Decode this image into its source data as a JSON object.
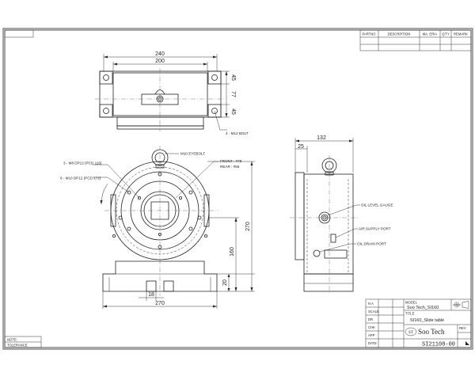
{
  "revision_table": {
    "headers": [
      "PARTNO",
      "DESCRIPTION",
      "MA. ERIA",
      "Q'TY",
      "REMARK"
    ]
  },
  "top_view": {
    "dims": [
      "240",
      "200",
      "45",
      "77",
      "45"
    ],
    "callouts": [
      "4 - M12 BOLT"
    ]
  },
  "front_view": {
    "dims": [
      "270",
      "160",
      "270",
      "20",
      "18"
    ],
    "callouts": [
      "M10 EYEBOLT",
      "FRONT : #78",
      "REAR : #56",
      "3 - M8 DP12 (PCD 116)",
      "6 - M10 DP12 (PCD 172)"
    ]
  },
  "side_view": {
    "dims": [
      "132",
      "25"
    ],
    "callouts": [
      "OIL LEVEL GAUGE",
      "AIR SUPPLY PORT",
      "OIL DRAIN PORT"
    ]
  },
  "title_block": {
    "left_rows": [
      "N  A",
      "SCALE",
      "DR",
      "CHK",
      "APP",
      "DATE"
    ],
    "model_label": "MODEL",
    "model_value": "Soo Tech_SI160",
    "title_label": "TITLE",
    "title_value": "SI160_Slide table",
    "company": "Soo Tech",
    "logo_text": "ST",
    "drawing_number": "SI21108-00",
    "sheet_label": "REV"
  },
  "notes": [
    "NOTE:",
    "TOLERANCE"
  ]
}
